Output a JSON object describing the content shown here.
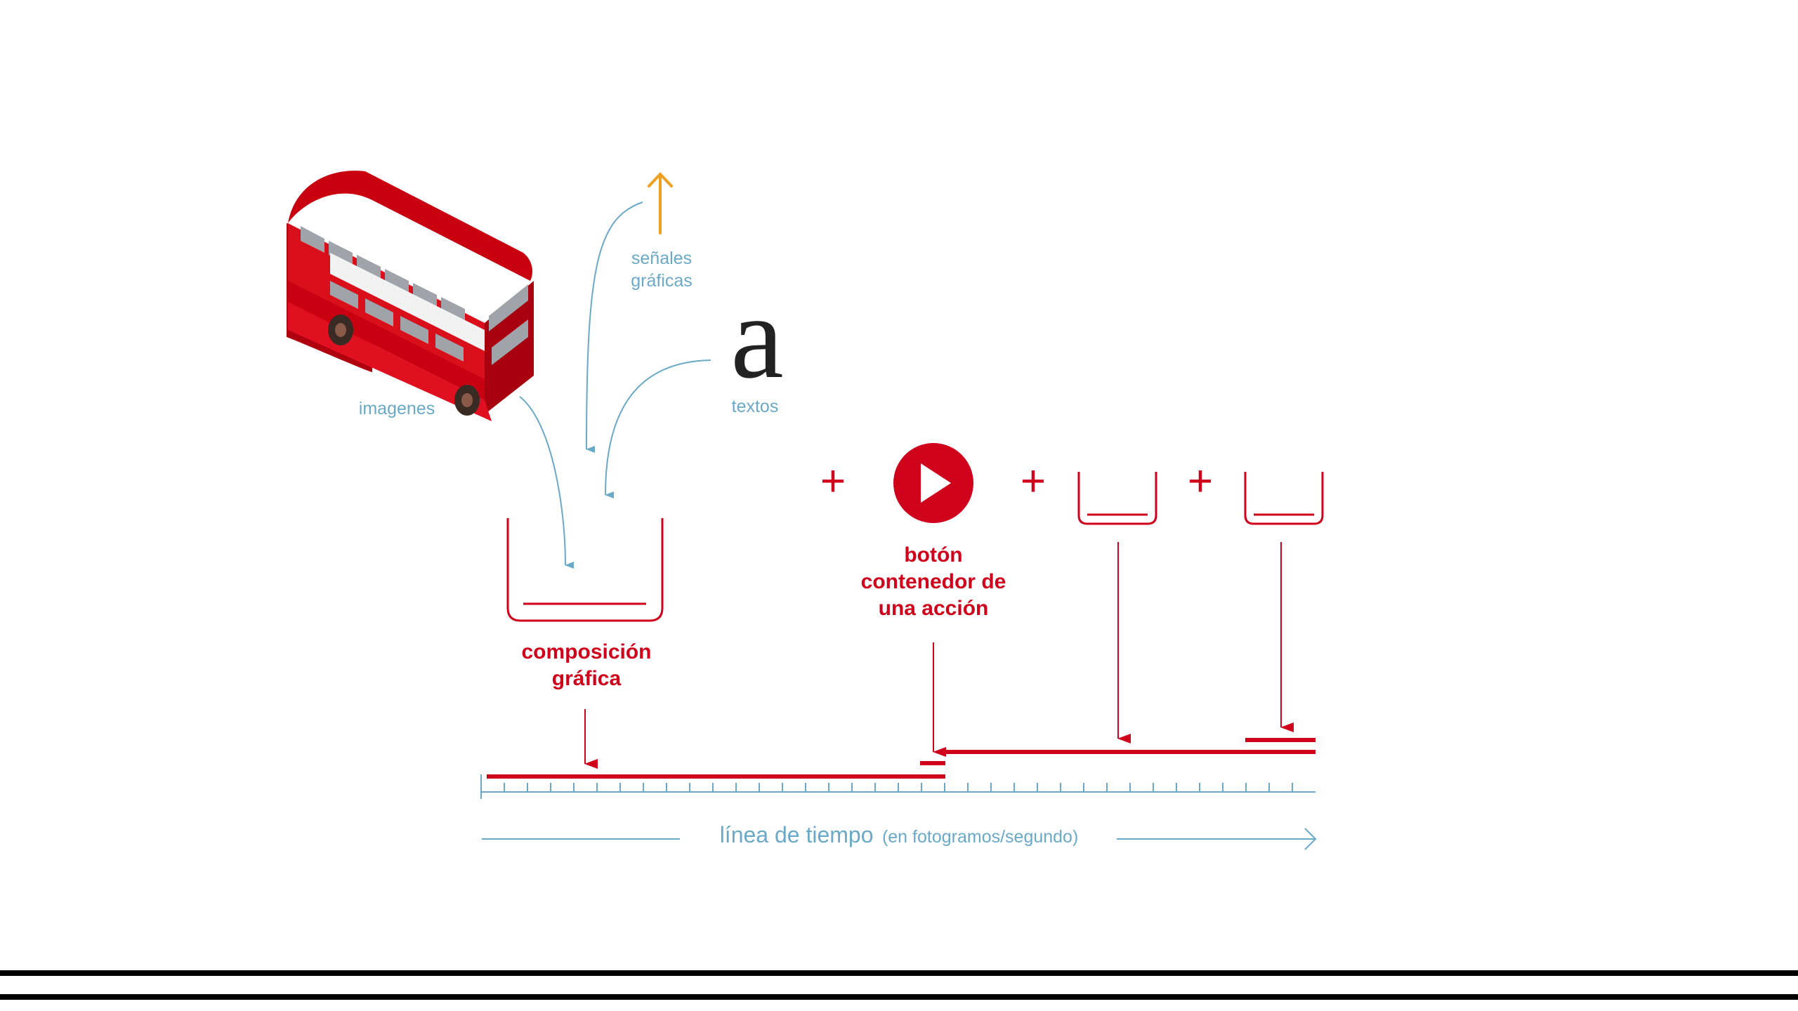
{
  "colors": {
    "red": "#d0021b",
    "blue": "#6aa9c8",
    "orange": "#f0a020",
    "black": "#222222"
  },
  "labels": {
    "imagenes": "imagenes",
    "senales_line1": "señales",
    "senales_line2": "gráficas",
    "glyph": "a",
    "textos": "textos",
    "composicion_line1": "composición",
    "composicion_line2": "gráfica",
    "boton_line1": "botón",
    "boton_line2": "contenedor de",
    "boton_line3": "una acción",
    "plus": "+",
    "timeline_main": "línea de tiempo",
    "timeline_sub": "(en fotogramos/segundo)"
  },
  "icons": {
    "bus": "double-decker-bus-illustration",
    "play": "play-button-icon",
    "signal_arrow": "up-arrow-icon"
  }
}
